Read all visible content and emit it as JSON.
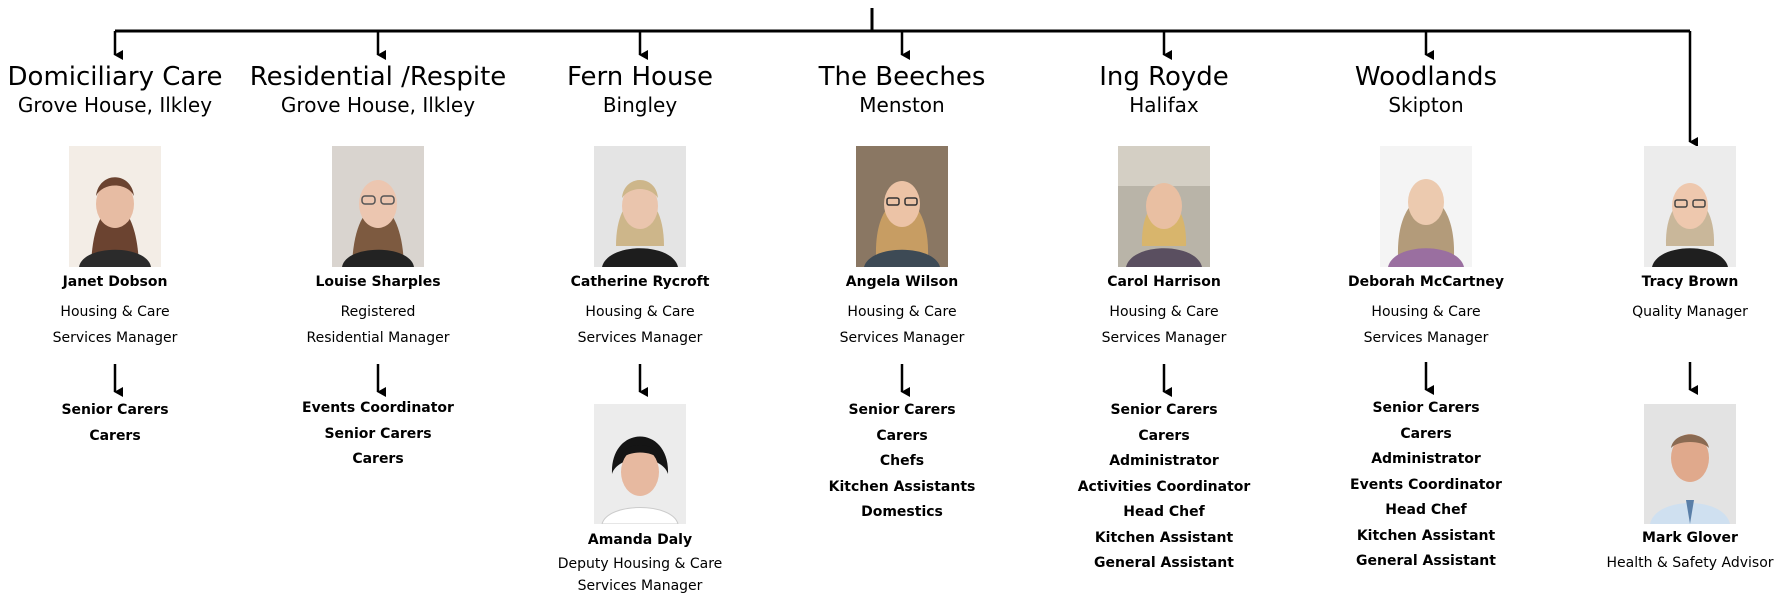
{
  "colors": {
    "line": "#000000",
    "background": "#ffffff"
  },
  "columns": [
    {
      "title": "Domiciliary Care",
      "subtitle": "Grove House, Ilkley",
      "person": {
        "name": "Janet Dobson",
        "role": [
          "Housing & Care",
          "Services Manager"
        ]
      },
      "staff": [
        "Senior Carers",
        "Carers"
      ]
    },
    {
      "title": "Residential /Respite",
      "subtitle": "Grove House, Ilkley",
      "person": {
        "name": "Louise Sharples",
        "role": [
          "Registered",
          "Residential Manager"
        ]
      },
      "staff": [
        "Events Coordinator",
        "Senior Carers",
        "Carers"
      ]
    },
    {
      "title": "Fern House",
      "subtitle": "Bingley",
      "person": {
        "name": "Catherine Rycroft",
        "role": [
          "Housing  & Care",
          "Services Manager"
        ]
      },
      "person2": {
        "name": "Amanda Daly",
        "role": [
          "Deputy Housing & Care",
          "Services Manager"
        ]
      }
    },
    {
      "title": "The Beeches",
      "subtitle": "Menston",
      "person": {
        "name": "Angela Wilson",
        "role": [
          "Housing & Care",
          "Services Manager"
        ]
      },
      "staff": [
        "Senior Carers",
        "Carers",
        "Chefs",
        "Kitchen Assistants",
        "Domestics"
      ]
    },
    {
      "title": "Ing Royde",
      "subtitle": "Halifax",
      "person": {
        "name": "Carol Harrison",
        "role": [
          "Housing & Care",
          "Services Manager"
        ]
      },
      "staff": [
        "Senior Carers",
        "Carers",
        "Administrator",
        "Activities Coordinator",
        "Head Chef",
        "Kitchen Assistant",
        "General Assistant"
      ]
    },
    {
      "title": "Woodlands",
      "subtitle": "Skipton",
      "person": {
        "name": "Deborah McCartney",
        "role": [
          "Housing & Care",
          "Services Manager"
        ]
      },
      "staff": [
        "Senior Carers",
        "Carers",
        "Administrator",
        "Events Coordinator",
        "Head Chef",
        "Kitchen Assistant",
        "General Assistant"
      ]
    },
    {
      "title": "",
      "subtitle": "",
      "person": {
        "name": "Tracy Brown",
        "role": [
          "Quality Manager"
        ]
      },
      "person2": {
        "name": "Mark Glover",
        "role": [
          "Health & Safety Advisor"
        ]
      }
    }
  ]
}
